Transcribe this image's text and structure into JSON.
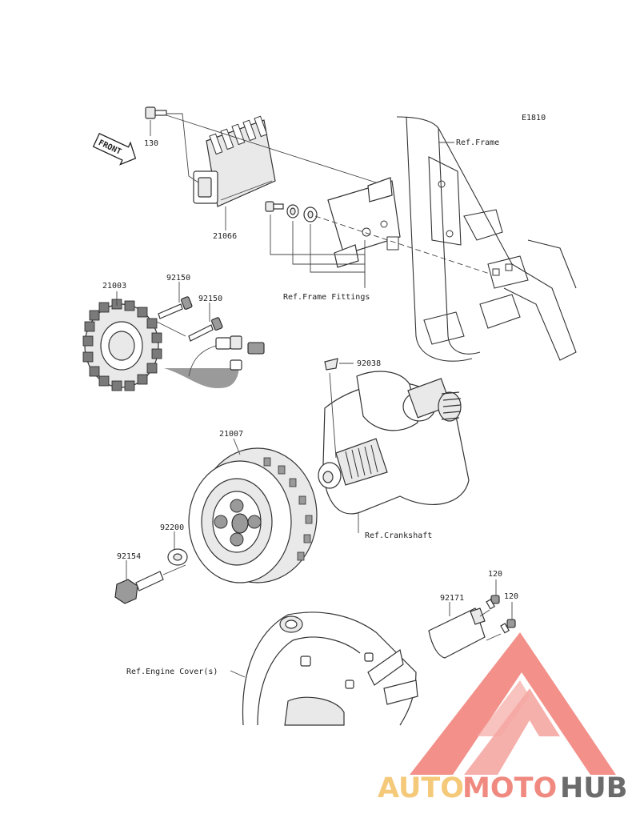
{
  "diagram": {
    "code": "E1810",
    "front_label": "FRONT",
    "parts": {
      "p130": "130",
      "p21066": "21066",
      "p21003": "21003",
      "p92150a": "92150",
      "p92150b": "92150",
      "p92038": "92038",
      "p21007": "21007",
      "p92200": "92200",
      "p92154": "92154",
      "p92171": "92171",
      "p120a": "120",
      "p120b": "120"
    },
    "refs": {
      "frame": "Ref.Frame",
      "frame_fittings": "Ref.Frame Fittings",
      "crankshaft": "Ref.Crankshaft",
      "engine_cover": "Ref.Engine Cover(s)"
    }
  },
  "watermark": {
    "brand_auto": "AUTO",
    "brand_moto": "MOTO",
    "brand_hub": "HUB",
    "colors": {
      "auto": "#f5c97a",
      "moto": "#f08a80",
      "hub": "#6b6b6b",
      "logo": "#f07c74"
    }
  }
}
